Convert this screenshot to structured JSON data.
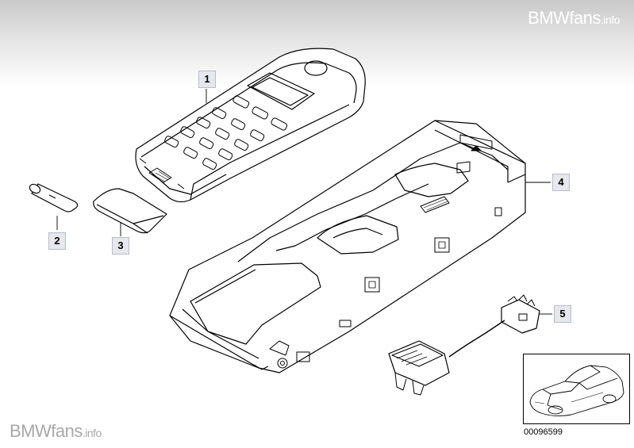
{
  "watermarks": {
    "top_main": "BMWfans",
    "top_suffix": ".info",
    "bottom_main": "BMWfans",
    "bottom_suffix": ".info"
  },
  "callouts": [
    "1",
    "2",
    "3",
    "4",
    "5"
  ],
  "part_number": "00096599"
}
